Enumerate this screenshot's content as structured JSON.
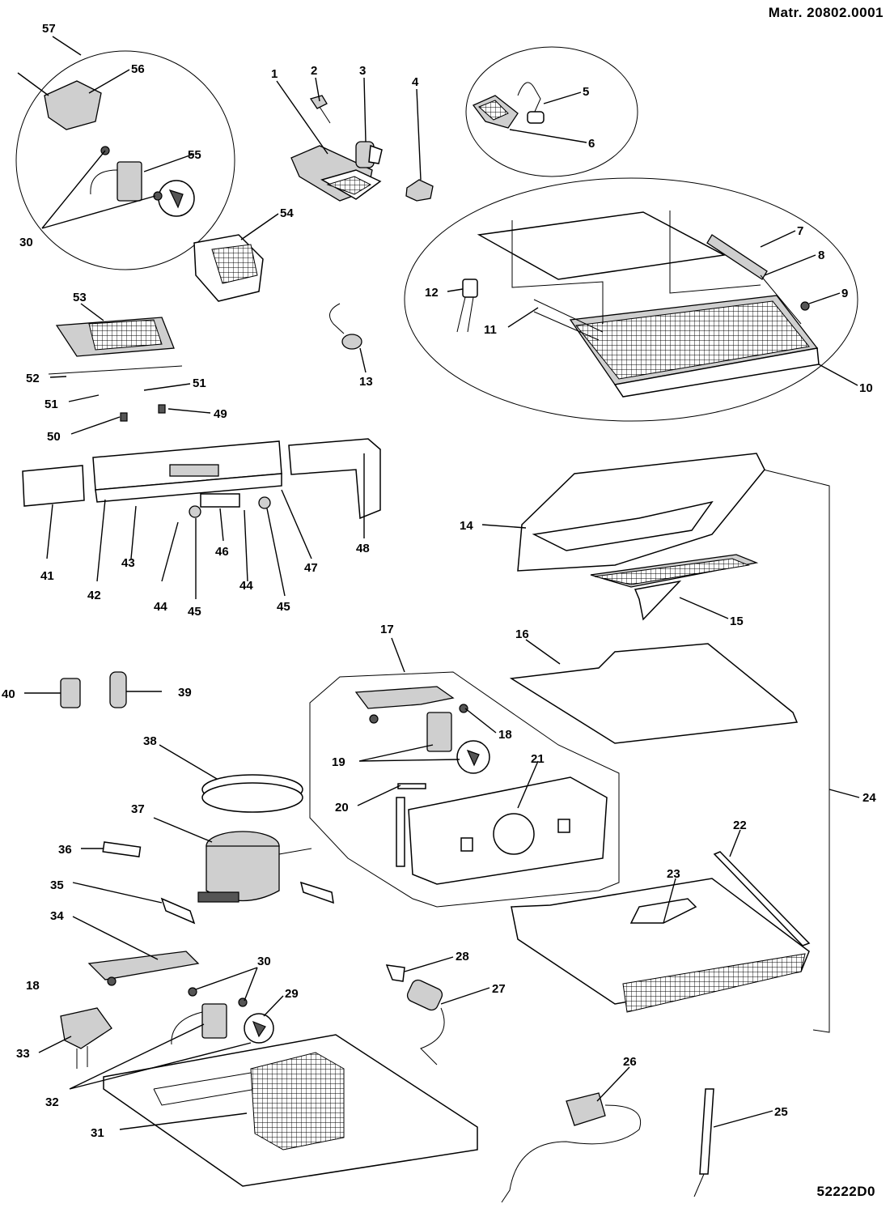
{
  "header": {
    "matricola": "Matr. 20802.0001"
  },
  "footer": {
    "drawing_code": "52222D0"
  },
  "callouts": [
    {
      "id": "c1",
      "label": "1"
    },
    {
      "id": "c2",
      "label": "2"
    },
    {
      "id": "c3",
      "label": "3"
    },
    {
      "id": "c4",
      "label": "4"
    },
    {
      "id": "c5",
      "label": "5"
    },
    {
      "id": "c6",
      "label": "6"
    },
    {
      "id": "c7",
      "label": "7"
    },
    {
      "id": "c8",
      "label": "8"
    },
    {
      "id": "c9",
      "label": "9"
    },
    {
      "id": "c10",
      "label": "10"
    },
    {
      "id": "c11",
      "label": "11"
    },
    {
      "id": "c12",
      "label": "12"
    },
    {
      "id": "c13",
      "label": "13"
    },
    {
      "id": "c14",
      "label": "14"
    },
    {
      "id": "c15",
      "label": "15"
    },
    {
      "id": "c16",
      "label": "16"
    },
    {
      "id": "c17",
      "label": "17"
    },
    {
      "id": "c18a",
      "label": "18"
    },
    {
      "id": "c18b",
      "label": "18"
    },
    {
      "id": "c19",
      "label": "19"
    },
    {
      "id": "c20",
      "label": "20"
    },
    {
      "id": "c21",
      "label": "21"
    },
    {
      "id": "c22",
      "label": "22"
    },
    {
      "id": "c23",
      "label": "23"
    },
    {
      "id": "c24",
      "label": "24"
    },
    {
      "id": "c25",
      "label": "25"
    },
    {
      "id": "c26",
      "label": "26"
    },
    {
      "id": "c27",
      "label": "27"
    },
    {
      "id": "c28",
      "label": "28"
    },
    {
      "id": "c29",
      "label": "29"
    },
    {
      "id": "c30a",
      "label": "30"
    },
    {
      "id": "c30b",
      "label": "30"
    },
    {
      "id": "c31",
      "label": "31"
    },
    {
      "id": "c32",
      "label": "32"
    },
    {
      "id": "c33",
      "label": "33"
    },
    {
      "id": "c34",
      "label": "34"
    },
    {
      "id": "c35",
      "label": "35"
    },
    {
      "id": "c36",
      "label": "36"
    },
    {
      "id": "c37",
      "label": "37"
    },
    {
      "id": "c38",
      "label": "38"
    },
    {
      "id": "c39",
      "label": "39"
    },
    {
      "id": "c40",
      "label": "40"
    },
    {
      "id": "c41",
      "label": "41"
    },
    {
      "id": "c42",
      "label": "42"
    },
    {
      "id": "c43",
      "label": "43"
    },
    {
      "id": "c44a",
      "label": "44"
    },
    {
      "id": "c44b",
      "label": "44"
    },
    {
      "id": "c45a",
      "label": "45"
    },
    {
      "id": "c45b",
      "label": "45"
    },
    {
      "id": "c46",
      "label": "46"
    },
    {
      "id": "c47",
      "label": "47"
    },
    {
      "id": "c48",
      "label": "48"
    },
    {
      "id": "c49",
      "label": "49"
    },
    {
      "id": "c50",
      "label": "50"
    },
    {
      "id": "c51a",
      "label": "51"
    },
    {
      "id": "c51b",
      "label": "51"
    },
    {
      "id": "c52",
      "label": "52"
    },
    {
      "id": "c53",
      "label": "53"
    },
    {
      "id": "c54",
      "label": "54"
    },
    {
      "id": "c55",
      "label": "55"
    },
    {
      "id": "c56",
      "label": "56"
    },
    {
      "id": "c57",
      "label": "57"
    }
  ]
}
